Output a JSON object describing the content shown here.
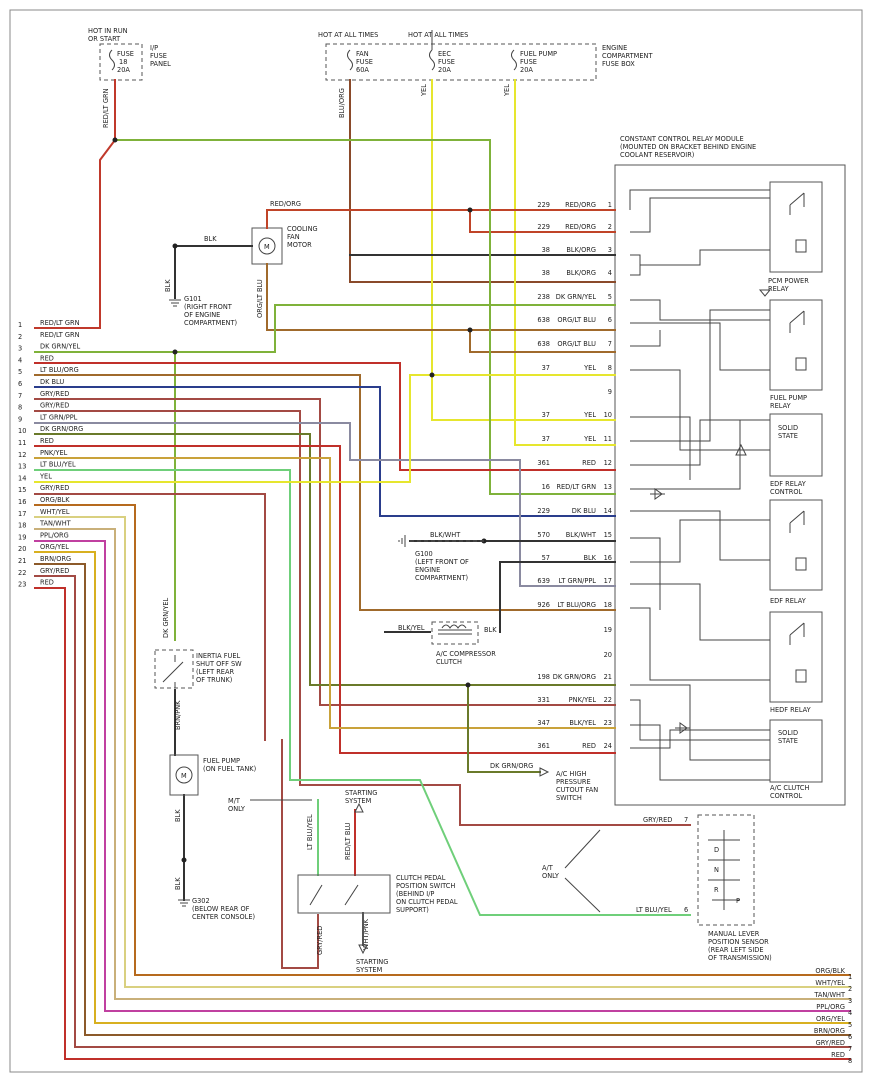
{
  "colors": {
    "red_lt_grn": "#c0392b",
    "dk_grn_yel": "#7fb23a",
    "red": "#c0302a",
    "lt_blu_org": "#a06a2c",
    "dk_blu": "#2a3d8c",
    "gry_red": "#a34a44",
    "lt_grn_ppl": "#8a8aa0",
    "dk_grn_org": "#6a7a2a",
    "pnk_yel": "#c9a23a",
    "lt_blu_yel": "#6fcf7a",
    "yel": "#e6e62e",
    "org_blk": "#b66a1e",
    "wht_yel": "#d9d080",
    "tan_wht": "#c9b07a",
    "ppl_org": "#c040a0",
    "org_yel": "#d8b020",
    "brn_org": "#8c5a2a",
    "blk": "#333333",
    "blu_org": "#8a4a2a",
    "blk_wht": "#333333",
    "red_org": "#c04428"
  },
  "fuses": {
    "ip_header": [
      "HOT IN RUN",
      "OR START"
    ],
    "ip_fuse": [
      "FUSE",
      "18",
      "20A"
    ],
    "ip_panel": [
      "I/P",
      "FUSE",
      "PANEL"
    ],
    "hot1": "HOT AT ALL TIMES",
    "hot2": "HOT AT ALL TIMES",
    "fan_fuse": [
      "FAN",
      "FUSE",
      "60A"
    ],
    "eec_fuse": [
      "EEC",
      "FUSE",
      "20A"
    ],
    "fp_fuse": [
      "FUEL PUMP",
      "FUSE",
      "20A"
    ],
    "box_label": [
      "ENGINE",
      "COMPARTMENT",
      "FUSE BOX"
    ]
  },
  "ccrm": {
    "title": [
      "CONSTANT CONTROL RELAY MODULE",
      "(MOUNTED ON BRACKET BEHIND ENGINE",
      "COOLANT RESERVOIR)"
    ],
    "pcm_relay": [
      "PCM POWER",
      "RELAY"
    ],
    "fp_relay": [
      "FUEL PUMP",
      "RELAY"
    ],
    "solid_state": [
      "SOLID",
      "STATE"
    ],
    "edf_ctrl": [
      "EDF RELAY",
      "CONTROL"
    ],
    "edf_relay": "EDF RELAY",
    "hedf_relay": "HEDF RELAY",
    "solid_state2": [
      "SOLID",
      "STATE"
    ],
    "ac_ctrl": [
      "A/C CLUTCH",
      "CONTROL"
    ],
    "pins": [
      {
        "num": "1",
        "circuit": "229",
        "color": "RED/ORG"
      },
      {
        "num": "2",
        "circuit": "229",
        "color": "RED/ORG"
      },
      {
        "num": "3",
        "circuit": "38",
        "color": "BLK/ORG"
      },
      {
        "num": "4",
        "circuit": "38",
        "color": "BLK/ORG"
      },
      {
        "num": "5",
        "circuit": "238",
        "color": "DK GRN/YEL"
      },
      {
        "num": "6",
        "circuit": "638",
        "color": "ORG/LT BLU"
      },
      {
        "num": "7",
        "circuit": "638",
        "color": "ORG/LT BLU"
      },
      {
        "num": "8",
        "circuit": "37",
        "color": "YEL"
      },
      {
        "num": "9",
        "circuit": "",
        "color": ""
      },
      {
        "num": "10",
        "circuit": "37",
        "color": "YEL"
      },
      {
        "num": "11",
        "circuit": "37",
        "color": "YEL"
      },
      {
        "num": "12",
        "circuit": "361",
        "color": "RED"
      },
      {
        "num": "13",
        "circuit": "16",
        "color": "RED/LT GRN"
      },
      {
        "num": "14",
        "circuit": "229",
        "color": "DK BLU"
      },
      {
        "num": "15",
        "circuit": "570",
        "color": "BLK/WHT"
      },
      {
        "num": "16",
        "circuit": "57",
        "color": "BLK"
      },
      {
        "num": "17",
        "circuit": "639",
        "color": "LT GRN/PPL"
      },
      {
        "num": "18",
        "circuit": "926",
        "color": "LT BLU/ORG"
      },
      {
        "num": "19",
        "circuit": "",
        "color": ""
      },
      {
        "num": "20",
        "circuit": "",
        "color": ""
      },
      {
        "num": "21",
        "circuit": "198",
        "color": "DK GRN/ORG"
      },
      {
        "num": "22",
        "circuit": "331",
        "color": "PNK/YEL"
      },
      {
        "num": "23",
        "circuit": "347",
        "color": "BLK/YEL"
      },
      {
        "num": "24",
        "circuit": "361",
        "color": "RED"
      }
    ]
  },
  "left_connector": [
    {
      "num": "1",
      "color": "RED/LT GRN"
    },
    {
      "num": "2",
      "color": "RED/LT GRN"
    },
    {
      "num": "3",
      "color": "DK GRN/YEL"
    },
    {
      "num": "4",
      "color": "RED"
    },
    {
      "num": "5",
      "color": "LT BLU/ORG"
    },
    {
      "num": "6",
      "color": "DK BLU"
    },
    {
      "num": "7",
      "color": "GRY/RED"
    },
    {
      "num": "8",
      "color": "GRY/RED"
    },
    {
      "num": "9",
      "color": "LT GRN/PPL"
    },
    {
      "num": "10",
      "color": "DK GRN/ORG"
    },
    {
      "num": "11",
      "color": "RED"
    },
    {
      "num": "12",
      "color": "PNK/YEL"
    },
    {
      "num": "13",
      "color": "LT BLU/YEL"
    },
    {
      "num": "14",
      "color": "YEL"
    },
    {
      "num": "15",
      "color": "GRY/RED"
    },
    {
      "num": "16",
      "color": "ORG/BLK"
    },
    {
      "num": "17",
      "color": "WHT/YEL"
    },
    {
      "num": "18",
      "color": "TAN/WHT"
    },
    {
      "num": "19",
      "color": "PPL/ORG"
    },
    {
      "num": "20",
      "color": "ORG/YEL"
    },
    {
      "num": "21",
      "color": "BRN/ORG"
    },
    {
      "num": "22",
      "color": "GRY/RED"
    },
    {
      "num": "23",
      "color": "RED"
    }
  ],
  "bottom_right": [
    {
      "num": "1",
      "color": "ORG/BLK"
    },
    {
      "num": "2",
      "color": "WHT/YEL"
    },
    {
      "num": "3",
      "color": "TAN/WHT"
    },
    {
      "num": "4",
      "color": "PPL/ORG"
    },
    {
      "num": "5",
      "color": "ORG/YEL"
    },
    {
      "num": "6",
      "color": "BRN/ORG"
    },
    {
      "num": "7",
      "color": "GRY/RED"
    },
    {
      "num": "8",
      "color": "RED"
    }
  ],
  "components": {
    "fan_motor": [
      "COOLING",
      "FAN",
      "MOTOR"
    ],
    "fan_red_org": "RED/ORG",
    "fan_blk": "BLK",
    "fan_org_lt_blu": "ORG/LT BLU",
    "g101_blk": "BLK",
    "g101": [
      "G101",
      "(RIGHT FRONT",
      "OF ENGINE",
      "COMPARTMENT)"
    ],
    "vert_red_lt_grn": "RED/LT GRN",
    "vert_blu_org": "BLU/ORG",
    "vert_yel1": "YEL",
    "vert_yel2": "YEL",
    "g100": [
      "G100",
      "(LEFT FRONT OF",
      "ENGINE",
      "COMPARTMENT)"
    ],
    "g100_blk_wht": "BLK/WHT",
    "ac_clutch": [
      "A/C COMPRESSOR",
      "CLUTCH"
    ],
    "ac_blk_yel": "BLK/YEL",
    "ac_blk": "BLK",
    "ac_switch": [
      "A/C HIGH",
      "PRESSURE",
      "CUTOUT FAN",
      "SWITCH"
    ],
    "ac_dk_grn_org": "DK GRN/ORG",
    "inertia_dk_grn_yel": "DK GRN/YEL",
    "inertia": [
      "INERTIA FUEL",
      "SHUT OFF SW",
      "(LEFT REAR",
      "OF TRUNK)"
    ],
    "brn_pnk": "BRN/PNK",
    "fuel_pump": [
      "FUEL PUMP",
      "(ON FUEL TANK)"
    ],
    "fp_blk": "BLK",
    "fp_blk2": "BLK",
    "g302": [
      "G302",
      "(BELOW REAR OF",
      "CENTER CONSOLE)"
    ],
    "mt_only": [
      "M/T",
      "ONLY"
    ],
    "lt_blu_yel": "LT BLU/YEL",
    "red_lt_blu": "RED/LT BLU",
    "starting_sys_top": [
      "STARTING",
      "SYSTEM"
    ],
    "clutch_sw": [
      "CLUTCH PEDAL",
      "POSITION SWITCH",
      "(BEHIND I/P",
      "ON CLUTCH PEDAL",
      "SUPPORT)"
    ],
    "gry_red": "GRY/RED",
    "wht_pnk": "WHT/PNK",
    "starting_sys_bot": [
      "STARTING",
      "SYSTEM"
    ],
    "at_only": [
      "A/T",
      "ONLY"
    ],
    "mlps": [
      "MANUAL LEVER",
      "POSITION SENSOR",
      "(REAR LEFT SIDE",
      "OF TRANSMISSION)"
    ],
    "mlps_gry_red": "GRY/RED",
    "mlps_gry_red_num": "7",
    "mlps_lt_blu_yel": "LT BLU/YEL",
    "mlps_lt_blu_yel_num": "6",
    "mlps_letters": [
      "D",
      "N",
      "R",
      "P"
    ],
    "motor_m": "M"
  }
}
